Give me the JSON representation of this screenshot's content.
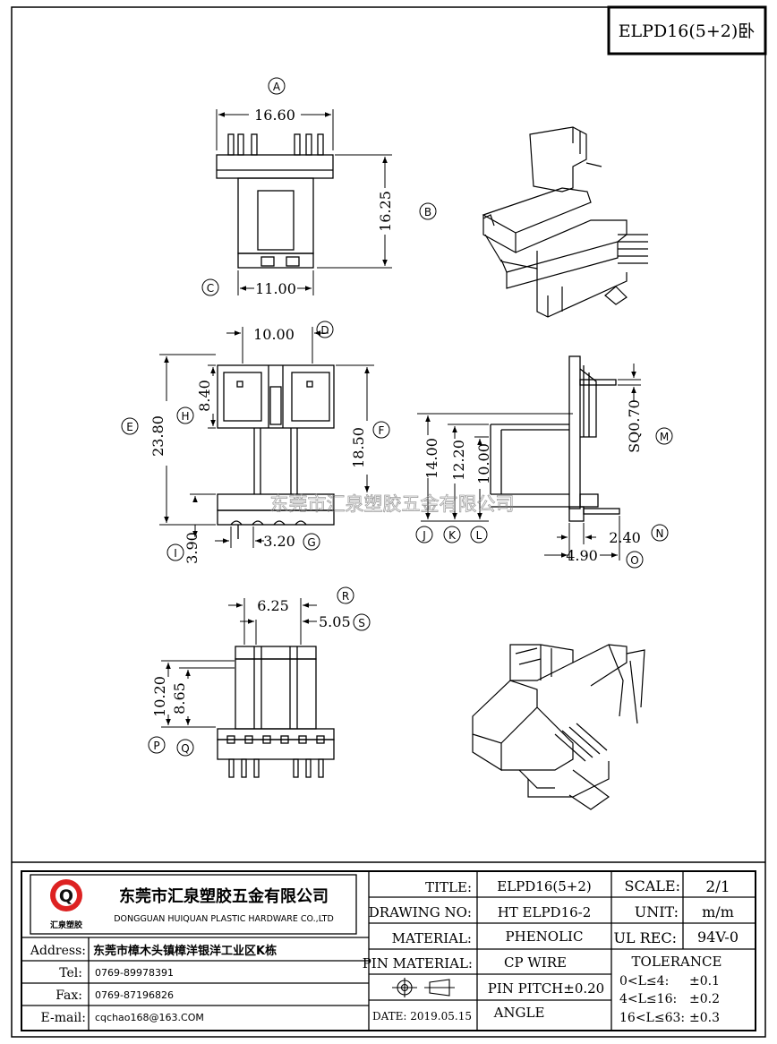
{
  "header": {
    "part_title": "ELPD16(5+2)卧"
  },
  "watermark": "东莞市汇泉塑胶五金有限公司",
  "dimensions": {
    "d_16_60": "16.60",
    "d_16_25": "16.25",
    "d_11_00": "11.00",
    "d_10_00_top": "10.00",
    "d_8_40": "8.40",
    "d_23_80": "23.80",
    "d_18_50": "18.50",
    "d_3_90": "3.90",
    "d_3_20": "3.20",
    "d_14_00": "14.00",
    "d_12_20": "12.20",
    "d_10_00_side": "10.00",
    "d_sq0_70": "SQ0.70",
    "d_2_40": "2.40",
    "d_4_90": "4.90",
    "d_6_25": "6.25",
    "d_5_05": "5.05",
    "d_10_20": "10.20",
    "d_8_65": "8.65"
  },
  "callouts": {
    "A": "A",
    "B": "B",
    "C": "C",
    "D": "D",
    "E": "E",
    "F": "F",
    "G": "G",
    "H": "H",
    "I": "I",
    "J": "J",
    "K": "K",
    "L": "L",
    "M": "M",
    "N": "N",
    "O": "O",
    "P": "P",
    "Q": "Q",
    "R": "R",
    "S": "S"
  },
  "title_block": {
    "company_cn": "东莞市汇泉塑胶五金有限公司",
    "company_en": "DONGGUAN HUIQUAN PLASTIC HARDWARE CO.,LTD",
    "logo_letter": "Q",
    "logo_caption": "汇泉塑胶",
    "address_label": "Address:",
    "address_value": "东莞市樟木头镇樟洋银洋工业区K栋",
    "tel_label": "Tel:",
    "tel_value": "0769-89978391",
    "fax_label": "Fax:",
    "fax_value": "0769-87196826",
    "email_label": "E-mail:",
    "email_value": "cqchao168@163.COM",
    "title_label": "TITLE:",
    "title_value": "ELPD16(5+2)",
    "drawing_no_label": "DRAWING NO:",
    "drawing_no_value": "HT ELPD16-2",
    "material_label": "MATERIAL:",
    "material_value": "PHENOLIC",
    "pin_material_label": "PIN MATERIAL:",
    "pin_material_value": "CP WIRE",
    "pin_pitch": "PIN PITCH±0.20",
    "date": "DATE: 2019.05.15",
    "angle": "ANGLE",
    "scale_label": "SCALE:",
    "scale_value": "2/1",
    "unit_label": "UNIT:",
    "unit_value": "m/m",
    "ul_rec_label": "UL REC:",
    "ul_rec_value": "94V-0",
    "tolerance_label": "TOLERANCE",
    "tol_1_range": "0<L≤4:",
    "tol_1_value": "±0.1",
    "tol_2_range": "4<L≤16:",
    "tol_2_value": "±0.2",
    "tol_3_range": "16<L≤63:",
    "tol_3_value": "±0.3"
  }
}
